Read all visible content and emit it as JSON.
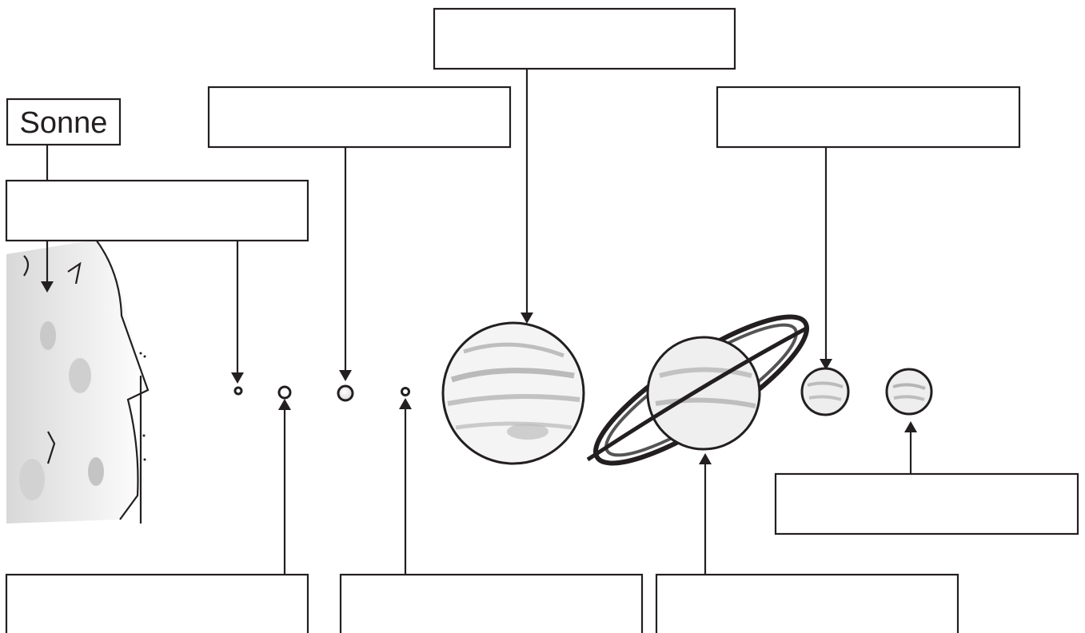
{
  "diagram": {
    "labels": {
      "sun": "Sonne"
    },
    "empty_label_boxes": [
      "mercury-venus-box",
      "earth-box",
      "jupiter-box",
      "uranus-box",
      "neptune-box",
      "mars-box",
      "asteroid-box",
      "saturn-box"
    ]
  }
}
